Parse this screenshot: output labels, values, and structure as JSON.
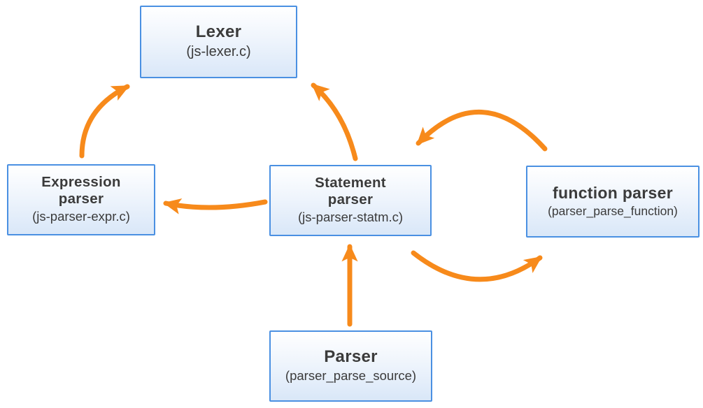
{
  "diagram": {
    "colors": {
      "box_border": "#4a90e2",
      "box_fill_top": "#ffffff",
      "box_fill_bottom": "#d9e7f8",
      "text": "#3b3b3b",
      "arrow": "#f78a1b"
    },
    "nodes": [
      {
        "id": "lexer",
        "title": "Lexer",
        "subtitle": "(js-lexer.c)"
      },
      {
        "id": "expression-parser",
        "title": "Expression\nparser",
        "subtitle": "(js-parser-expr.c)"
      },
      {
        "id": "statement-parser",
        "title": "Statement\nparser",
        "subtitle": "(js-parser-statm.c)"
      },
      {
        "id": "function-parser",
        "title": "function parser",
        "subtitle": "(parser_parse_function)"
      },
      {
        "id": "parser",
        "title": "Parser",
        "subtitle": "(parser_parse_source)"
      }
    ],
    "edges": [
      {
        "from": "expression-parser",
        "to": "lexer"
      },
      {
        "from": "statement-parser",
        "to": "lexer"
      },
      {
        "from": "statement-parser",
        "to": "expression-parser"
      },
      {
        "from": "parser",
        "to": "statement-parser"
      },
      {
        "from": "statement-parser",
        "to": "function-parser"
      },
      {
        "from": "function-parser",
        "to": "statement-parser"
      }
    ]
  }
}
